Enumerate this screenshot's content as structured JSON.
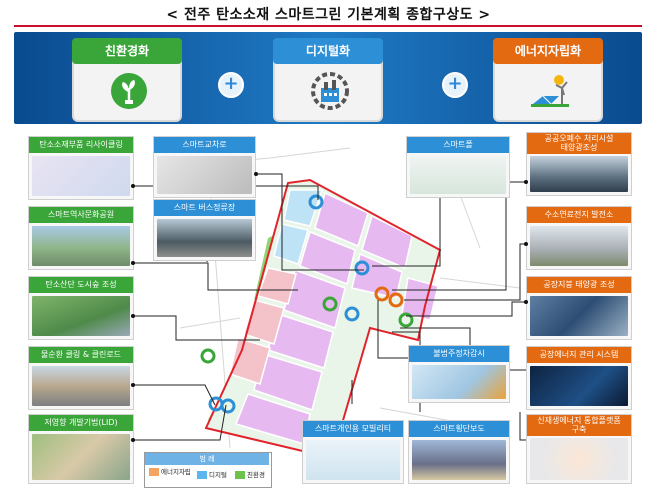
{
  "title": "< 전주 탄소소재 스마트그린 기본계획 종합구상도 >",
  "pillars": [
    {
      "label": "친환경화",
      "color": "#3aa63a",
      "icon": "plant-bulb-icon"
    },
    {
      "label": "디지털화",
      "color": "#2d8fd6",
      "icon": "smart-factory-icon"
    },
    {
      "label": "에너지자립화",
      "color": "#e46a12",
      "icon": "solar-wind-icon"
    }
  ],
  "left_cards": [
    {
      "label": "탄소소재부품 리사이클링",
      "color": "green"
    },
    {
      "label": "스마트역사문화공원",
      "color": "green"
    },
    {
      "label": "탄소산단 도시숲 조성",
      "color": "green"
    },
    {
      "label": "물순환 쿨링 & 클린로드",
      "color": "green"
    },
    {
      "label": "저영향 개발기법(LID)",
      "color": "green"
    }
  ],
  "center_cards": [
    {
      "label": "스마트교차로",
      "color": "blue"
    },
    {
      "label": "스마트 버스정류장",
      "color": "blue"
    },
    {
      "label": "스마트폴",
      "color": "blue"
    },
    {
      "label": "불법주정차감시",
      "color": "blue"
    },
    {
      "label": "스마트개인용 모빌리티",
      "color": "blue"
    },
    {
      "label": "스마트횡단보도",
      "color": "blue"
    }
  ],
  "right_cards": [
    {
      "label": "공공오폐수 처리시설\n태양광조성",
      "color": "orange"
    },
    {
      "label": "수소연료전지 발전소",
      "color": "orange"
    },
    {
      "label": "공장지붕 태양광 조성",
      "color": "orange"
    },
    {
      "label": "공장에너지 관리 시스템",
      "color": "orange"
    },
    {
      "label": "신재생에너지 통합플랫폼\n구축",
      "color": "orange"
    }
  ],
  "legend": {
    "title": "범 례",
    "items": [
      {
        "label": "에너지자립",
        "color": "#f4a460"
      },
      {
        "label": "디지털",
        "color": "#5bb6ef"
      },
      {
        "label": "친환경",
        "color": "#6cc24a"
      }
    ]
  },
  "colors": {
    "green": "#3aa63a",
    "blue": "#2d8fd6",
    "orange": "#e46a12",
    "boundary": "#e0242c",
    "zone": "#e7b9f1"
  }
}
